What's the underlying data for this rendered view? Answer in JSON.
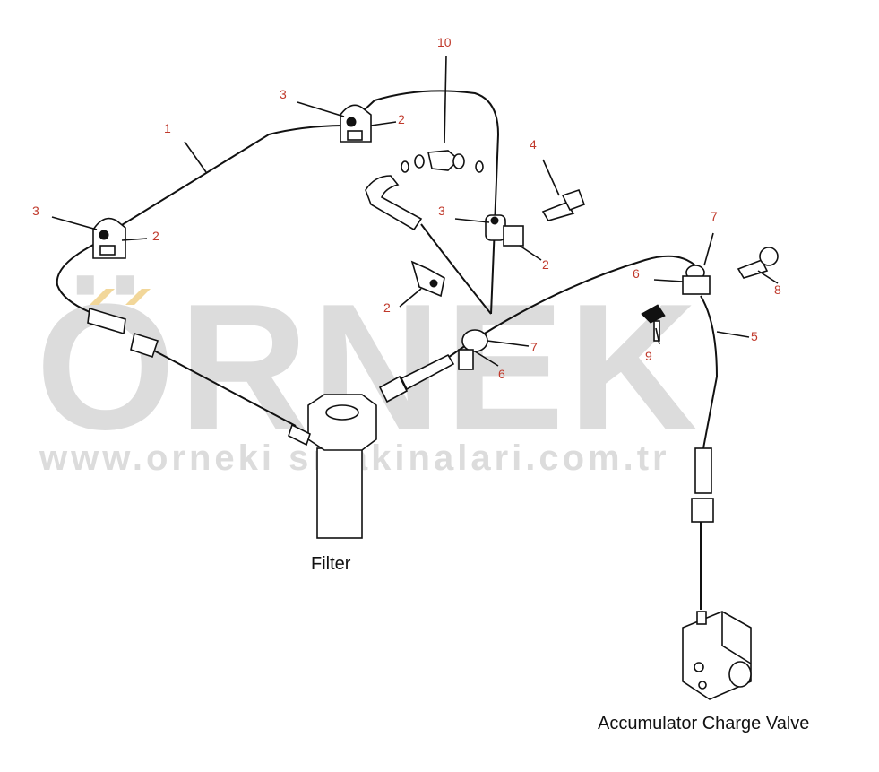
{
  "watermark": {
    "brand": "ÖRNEK",
    "url": "www.orneki smakinalari.com.tr",
    "color": "#dcdcdc",
    "accent_color": "#f2d79a"
  },
  "captions": {
    "filter": "Filter",
    "valve": "Accumulator Charge Valve"
  },
  "callouts": [
    {
      "id": "c1",
      "label": "1"
    },
    {
      "id": "c2a",
      "label": "2"
    },
    {
      "id": "c2b",
      "label": "2"
    },
    {
      "id": "c2c",
      "label": "2"
    },
    {
      "id": "c2d",
      "label": "2"
    },
    {
      "id": "c3a",
      "label": "3"
    },
    {
      "id": "c3b",
      "label": "3"
    },
    {
      "id": "c3c",
      "label": "3"
    },
    {
      "id": "c4",
      "label": "4"
    },
    {
      "id": "c5",
      "label": "5"
    },
    {
      "id": "c6a",
      "label": "6"
    },
    {
      "id": "c6b",
      "label": "6"
    },
    {
      "id": "c7a",
      "label": "7"
    },
    {
      "id": "c7b",
      "label": "7"
    },
    {
      "id": "c8",
      "label": "8"
    },
    {
      "id": "c9",
      "label": "9"
    },
    {
      "id": "c10",
      "label": "10"
    }
  ],
  "colors": {
    "callout_text": "#c0392b",
    "line": "#111111"
  }
}
